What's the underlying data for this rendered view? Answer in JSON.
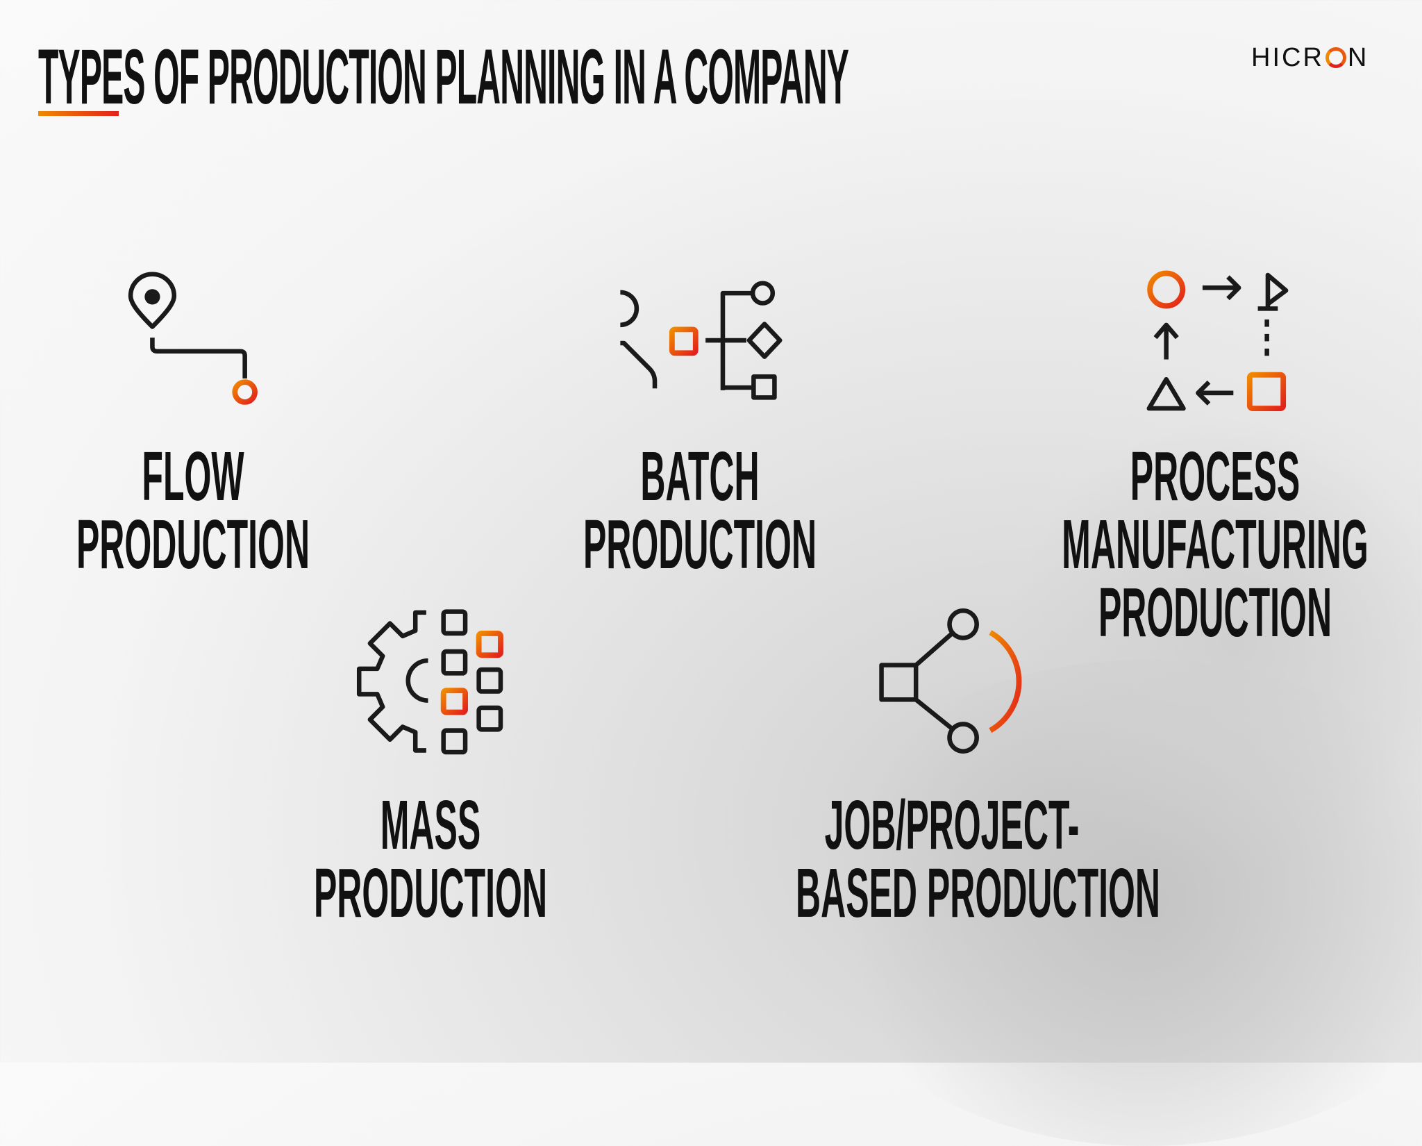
{
  "title": "TYPES OF PRODUCTION PLANNING IN A COMPANY",
  "logo": {
    "prefix": "HICR",
    "o": "O",
    "suffix": "N",
    "text": "HICRON"
  },
  "colors": {
    "accent_start": "#f08a00",
    "accent_end": "#e3201b",
    "text": "#111111"
  },
  "types": [
    {
      "icon": "route-pin-icon",
      "lines": [
        "FLOW",
        "PRODUCTION"
      ]
    },
    {
      "icon": "batch-flowchart-icon",
      "lines": [
        "BATCH",
        "PRODUCTION"
      ]
    },
    {
      "icon": "process-cycle-icon",
      "lines": [
        "PROCESS",
        "MANUFACTURING",
        "PRODUCTION"
      ]
    },
    {
      "icon": "gear-grid-icon",
      "lines": [
        "MASS",
        "PRODUCTION"
      ]
    },
    {
      "icon": "project-network-icon",
      "lines": [
        "JOB/PROJECT-",
        "BASED PRODUCTION"
      ]
    }
  ]
}
